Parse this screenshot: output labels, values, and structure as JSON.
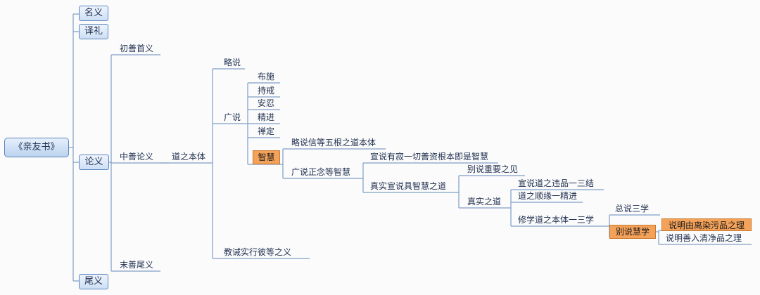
{
  "root": "《亲友书》",
  "level1": {
    "mingyi": "名义",
    "yili": "译礼",
    "lunyi": "论义",
    "weiyi": "尾义"
  },
  "lun": {
    "chushan": "初善首义",
    "zhongshan": "中善论义",
    "moshan": "末善尾义"
  },
  "daozhi": "道之本体",
  "daozhi_children": {
    "lueshuo": "略说",
    "guangshuo": "广说",
    "jiaojie": "教诫实行彼等之义"
  },
  "paramitas": [
    "布施",
    "持戒",
    "安忍",
    "精进",
    "禅定",
    "智慧"
  ],
  "zhihui_children": {
    "luexin": "略说信等五根之道本体",
    "guangzheng": "广说正念等智慧"
  },
  "guangzheng_children": {
    "xuanshuo": "宣说有寂一切善资根本即是智慧",
    "zhenshi": "真实宣说具智慧之道"
  },
  "zhenshi_children": {
    "bieshuo": "别说重要之见",
    "zhenshidao": "真实之道"
  },
  "zhenshidao_children": {
    "xuanshuodao": "宣说道之违品一三结",
    "shunyuan": "道之顺缘一精进",
    "xiuxue": "修学道之本体一三学"
  },
  "xiuxue_children": {
    "zongshuo": "总说三学",
    "bieshuohui": "别说慧学"
  },
  "huixue_children": {
    "zaran": "说明由离染污品之理",
    "qingjing": "说明善入清净品之理"
  }
}
